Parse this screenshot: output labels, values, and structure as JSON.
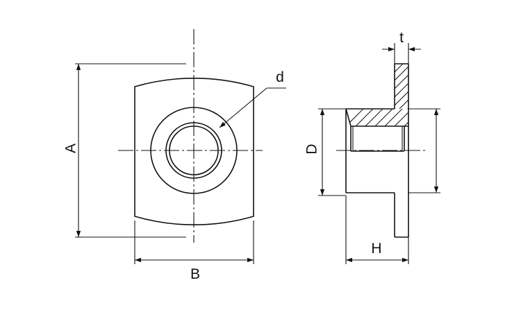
{
  "labels": {
    "A": "A",
    "B": "B",
    "d": "d",
    "D": "D",
    "H": "H",
    "t": "t"
  }
}
